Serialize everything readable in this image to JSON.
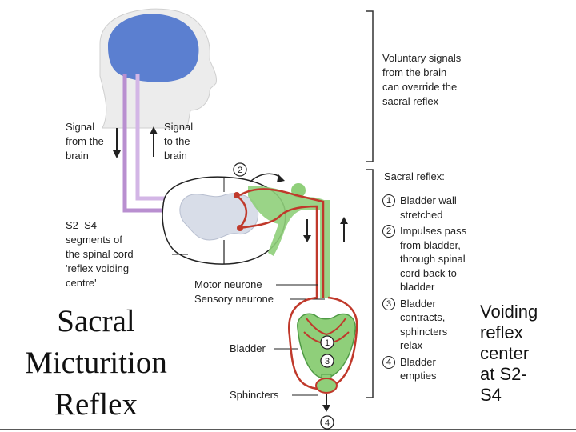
{
  "voluntary_note": [
    "Voluntary signals",
    "from the brain",
    "can override the",
    "sacral reflex"
  ],
  "signal_from_brain": [
    "Signal",
    "from the",
    "brain"
  ],
  "signal_to_brain": [
    "Signal",
    "to the",
    "brain"
  ],
  "spinal_segments": [
    "S2–S4",
    "segments of",
    "the spinal cord",
    "'reflex voiding",
    "centre'"
  ],
  "motor_neurone": "Motor neurone",
  "sensory_neurone": "Sensory neurone",
  "bladder_label": "Bladder",
  "sphincters_label": "Sphincters",
  "sacral_reflex_heading": "Sacral reflex:",
  "steps": [
    {
      "number": "1",
      "lines": [
        "Bladder wall",
        "stretched"
      ]
    },
    {
      "number": "2",
      "lines": [
        "Impulses pass",
        "from bladder,",
        "through spinal",
        "cord back to",
        "bladder"
      ]
    },
    {
      "number": "3",
      "lines": [
        "Bladder",
        "contracts,",
        "sphincters",
        "relax"
      ]
    },
    {
      "number": "4",
      "lines": [
        "Bladder",
        "empties"
      ]
    }
  ],
  "markers": {
    "one": "1",
    "two": "2",
    "three": "3",
    "four": "4"
  },
  "title": [
    "Sacral",
    "Micturition",
    "Reflex"
  ],
  "voiding_center": [
    "Voiding",
    "reflex",
    "center",
    "at S2-",
    "S4"
  ],
  "colors": {
    "brain": "#5b7fd0",
    "pathway": "#b98fd0",
    "nerve": "#c0392b",
    "green": "#8fcf7a",
    "green_dark": "#4f9a45"
  }
}
